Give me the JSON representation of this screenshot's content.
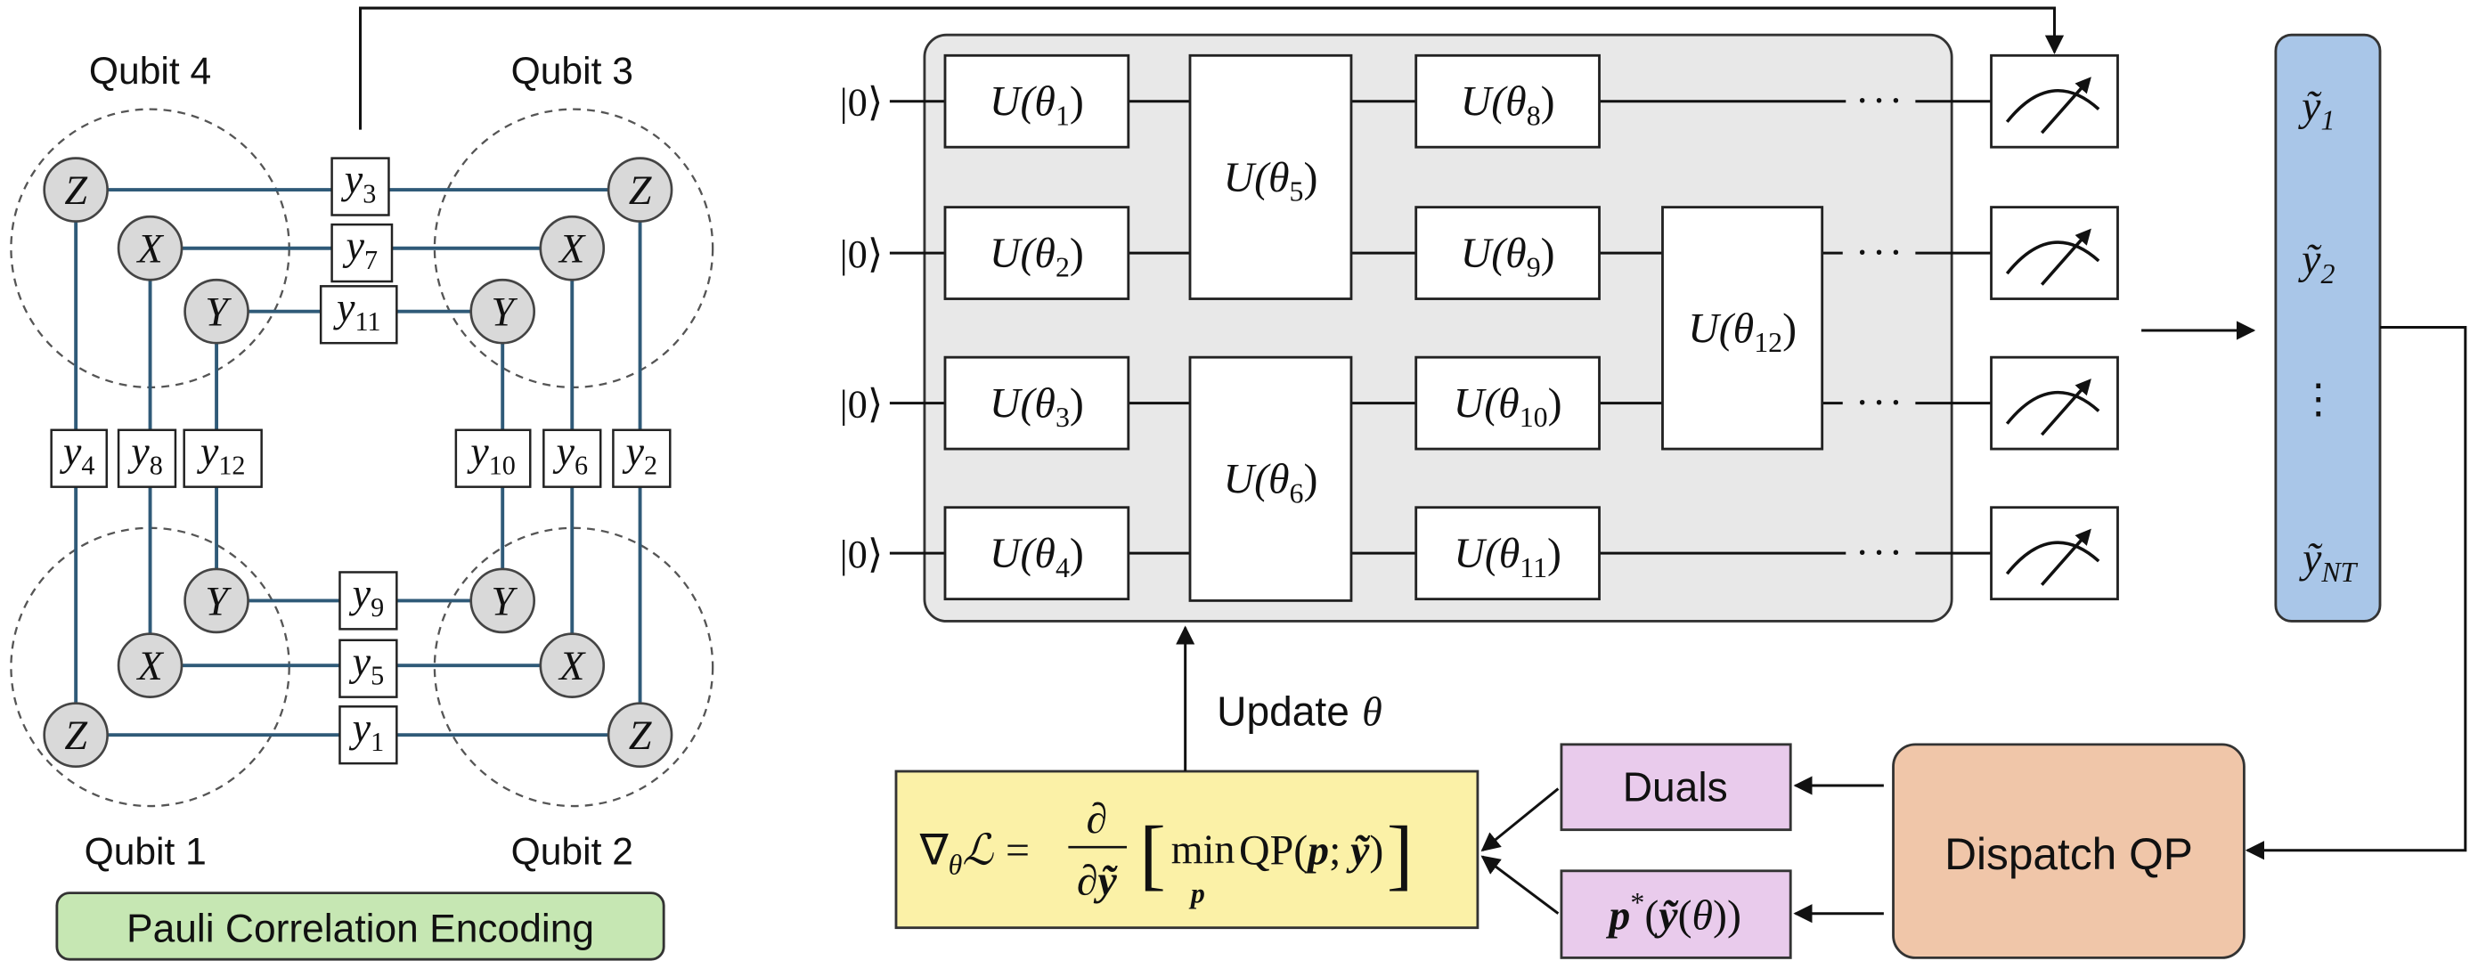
{
  "encoding": {
    "qubit_labels": {
      "q4": "Qubit 4",
      "q3": "Qubit 3",
      "q1": "Qubit 1",
      "q2": "Qubit 2"
    },
    "nodes": [
      "Z",
      "X",
      "Y",
      "Z",
      "X",
      "Y",
      "Y",
      "X",
      "Z",
      "Y",
      "X",
      "Z"
    ],
    "correlators": [
      {
        "symbol": "y",
        "index": "3"
      },
      {
        "symbol": "y",
        "index": "7"
      },
      {
        "symbol": "y",
        "index": "11"
      },
      {
        "symbol": "y",
        "index": "4"
      },
      {
        "symbol": "y",
        "index": "8"
      },
      {
        "symbol": "y",
        "index": "12"
      },
      {
        "symbol": "y",
        "index": "10"
      },
      {
        "symbol": "y",
        "index": "6"
      },
      {
        "symbol": "y",
        "index": "2"
      },
      {
        "symbol": "y",
        "index": "9"
      },
      {
        "symbol": "y",
        "index": "5"
      },
      {
        "symbol": "y",
        "index": "1"
      }
    ],
    "caption": "Pauli Correlation Encoding"
  },
  "circuit": {
    "inputs": [
      "|0⟩",
      "|0⟩",
      "|0⟩",
      "|0⟩"
    ],
    "gates": [
      {
        "symbol": "U(θ",
        "index": "1",
        "close": ")"
      },
      {
        "symbol": "U(θ",
        "index": "2",
        "close": ")"
      },
      {
        "symbol": "U(θ",
        "index": "3",
        "close": ")"
      },
      {
        "symbol": "U(θ",
        "index": "4",
        "close": ")"
      },
      {
        "symbol": "U(θ",
        "index": "5",
        "close": ")"
      },
      {
        "symbol": "U(θ",
        "index": "6",
        "close": ")"
      },
      {
        "symbol": "U(θ",
        "index": "8",
        "close": ")"
      },
      {
        "symbol": "U(θ",
        "index": "9",
        "close": ")"
      },
      {
        "symbol": "U(θ",
        "index": "10",
        "close": ")"
      },
      {
        "symbol": "U(θ",
        "index": "11",
        "close": ")"
      },
      {
        "symbol": "U(θ",
        "index": "12",
        "close": ")"
      }
    ],
    "ellipses": [
      "···",
      "···",
      "···",
      "···"
    ],
    "measurement_icon": "meter-icon"
  },
  "outputs": {
    "items": [
      {
        "symbol": "ỹ",
        "index": "1"
      },
      {
        "symbol": "ỹ",
        "index": "2"
      },
      {
        "symbol": "ỹ",
        "index": "NT"
      }
    ],
    "ellipsis": "⋮"
  },
  "optimization": {
    "update": {
      "word": "Update",
      "param": "θ"
    },
    "dispatch": "Dispatch QP",
    "duals": "Duals",
    "primal": {
      "p": "p",
      "star": "*",
      "open": "(",
      "y": "ỹ",
      "inner_open": "(",
      "theta": "θ",
      "close": "))"
    },
    "gradient": {
      "nabla": "∇",
      "nabla_sub": "θ",
      "loss": "ℒ",
      "equals": "=",
      "numerator": "∂",
      "den_partial": "∂",
      "den_var": "ỹ",
      "open": "[",
      "min": "min",
      "min_sub": "p",
      "qp": "QP(",
      "p": "p",
      "sep": ";",
      "y": "ỹ",
      "close_paren": ")",
      "close": "]"
    }
  },
  "colors": {
    "edge": "#2f5a78",
    "node": "#d9d9d9",
    "circuit_panel": "#e8e8e8",
    "output_panel": "#a9c6e8",
    "dispatch": "#f0c6a9",
    "duals": "#e9cbec",
    "primal": "#e9cbec",
    "gradient": "#fbf1a7",
    "caption": "#c6e7b3"
  }
}
